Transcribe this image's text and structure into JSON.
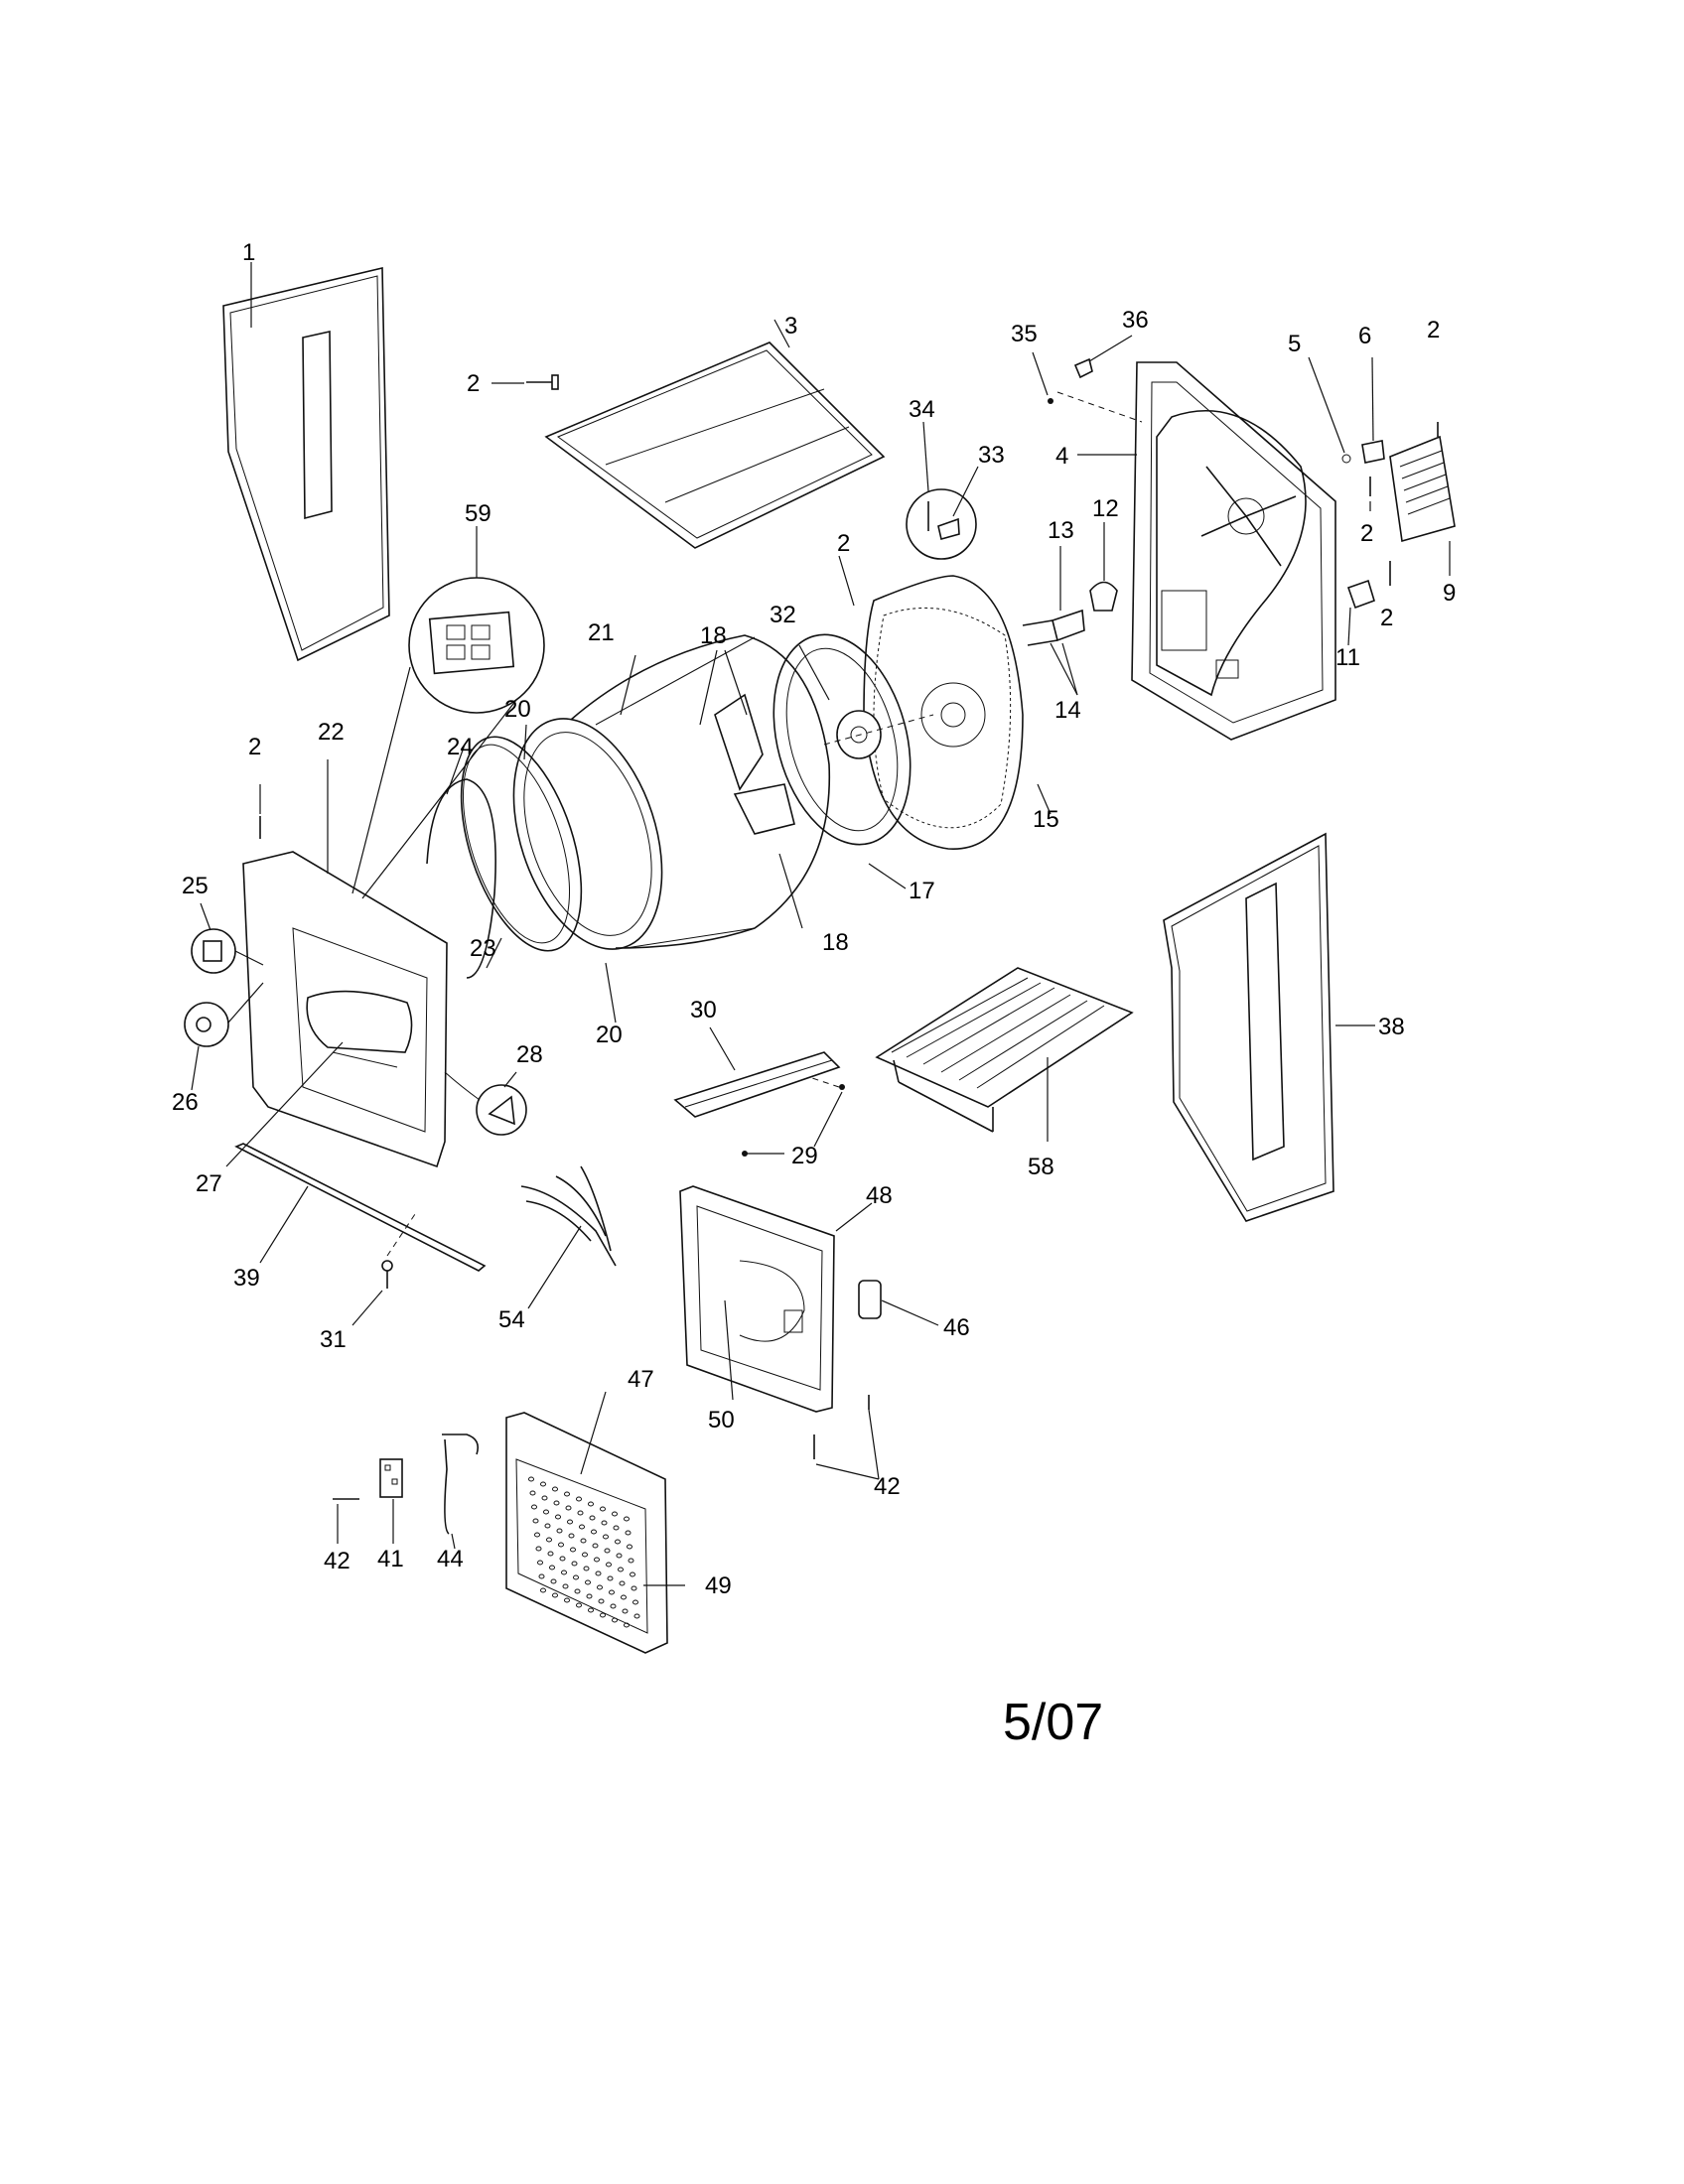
{
  "diagram": {
    "revision_code": "5/07",
    "callouts": [
      {
        "id": "c1",
        "text": "1"
      },
      {
        "id": "c2a",
        "text": "2"
      },
      {
        "id": "c3",
        "text": "3"
      },
      {
        "id": "c35",
        "text": "35"
      },
      {
        "id": "c36",
        "text": "36"
      },
      {
        "id": "c5",
        "text": "5"
      },
      {
        "id": "c6",
        "text": "6"
      },
      {
        "id": "c2b",
        "text": "2"
      },
      {
        "id": "c4",
        "text": "4"
      },
      {
        "id": "c34",
        "text": "34"
      },
      {
        "id": "c33",
        "text": "33"
      },
      {
        "id": "c59",
        "text": "59"
      },
      {
        "id": "c2c",
        "text": "2"
      },
      {
        "id": "c13",
        "text": "13"
      },
      {
        "id": "c12",
        "text": "12"
      },
      {
        "id": "c2d",
        "text": "2"
      },
      {
        "id": "c9",
        "text": "9"
      },
      {
        "id": "c2e",
        "text": "2"
      },
      {
        "id": "c11",
        "text": "11"
      },
      {
        "id": "c21",
        "text": "21"
      },
      {
        "id": "c18a",
        "text": "18"
      },
      {
        "id": "c32",
        "text": "32"
      },
      {
        "id": "c14",
        "text": "14"
      },
      {
        "id": "c20a",
        "text": "20"
      },
      {
        "id": "c15",
        "text": "15"
      },
      {
        "id": "c2f",
        "text": "2"
      },
      {
        "id": "c22",
        "text": "22"
      },
      {
        "id": "c24",
        "text": "24"
      },
      {
        "id": "c17",
        "text": "17"
      },
      {
        "id": "c25",
        "text": "25"
      },
      {
        "id": "c18b",
        "text": "18"
      },
      {
        "id": "c23",
        "text": "23"
      },
      {
        "id": "c38",
        "text": "38"
      },
      {
        "id": "c26",
        "text": "26"
      },
      {
        "id": "c20b",
        "text": "20"
      },
      {
        "id": "c30",
        "text": "30"
      },
      {
        "id": "c28",
        "text": "28"
      },
      {
        "id": "c29",
        "text": "29"
      },
      {
        "id": "c58",
        "text": "58"
      },
      {
        "id": "c27",
        "text": "27"
      },
      {
        "id": "c48",
        "text": "48"
      },
      {
        "id": "c39",
        "text": "39"
      },
      {
        "id": "c54",
        "text": "54"
      },
      {
        "id": "c46",
        "text": "46"
      },
      {
        "id": "c31",
        "text": "31"
      },
      {
        "id": "c47",
        "text": "47"
      },
      {
        "id": "c50",
        "text": "50"
      },
      {
        "id": "c42a",
        "text": "42"
      },
      {
        "id": "c42b",
        "text": "42"
      },
      {
        "id": "c41",
        "text": "41"
      },
      {
        "id": "c44",
        "text": "44"
      },
      {
        "id": "c49",
        "text": "49"
      }
    ]
  }
}
